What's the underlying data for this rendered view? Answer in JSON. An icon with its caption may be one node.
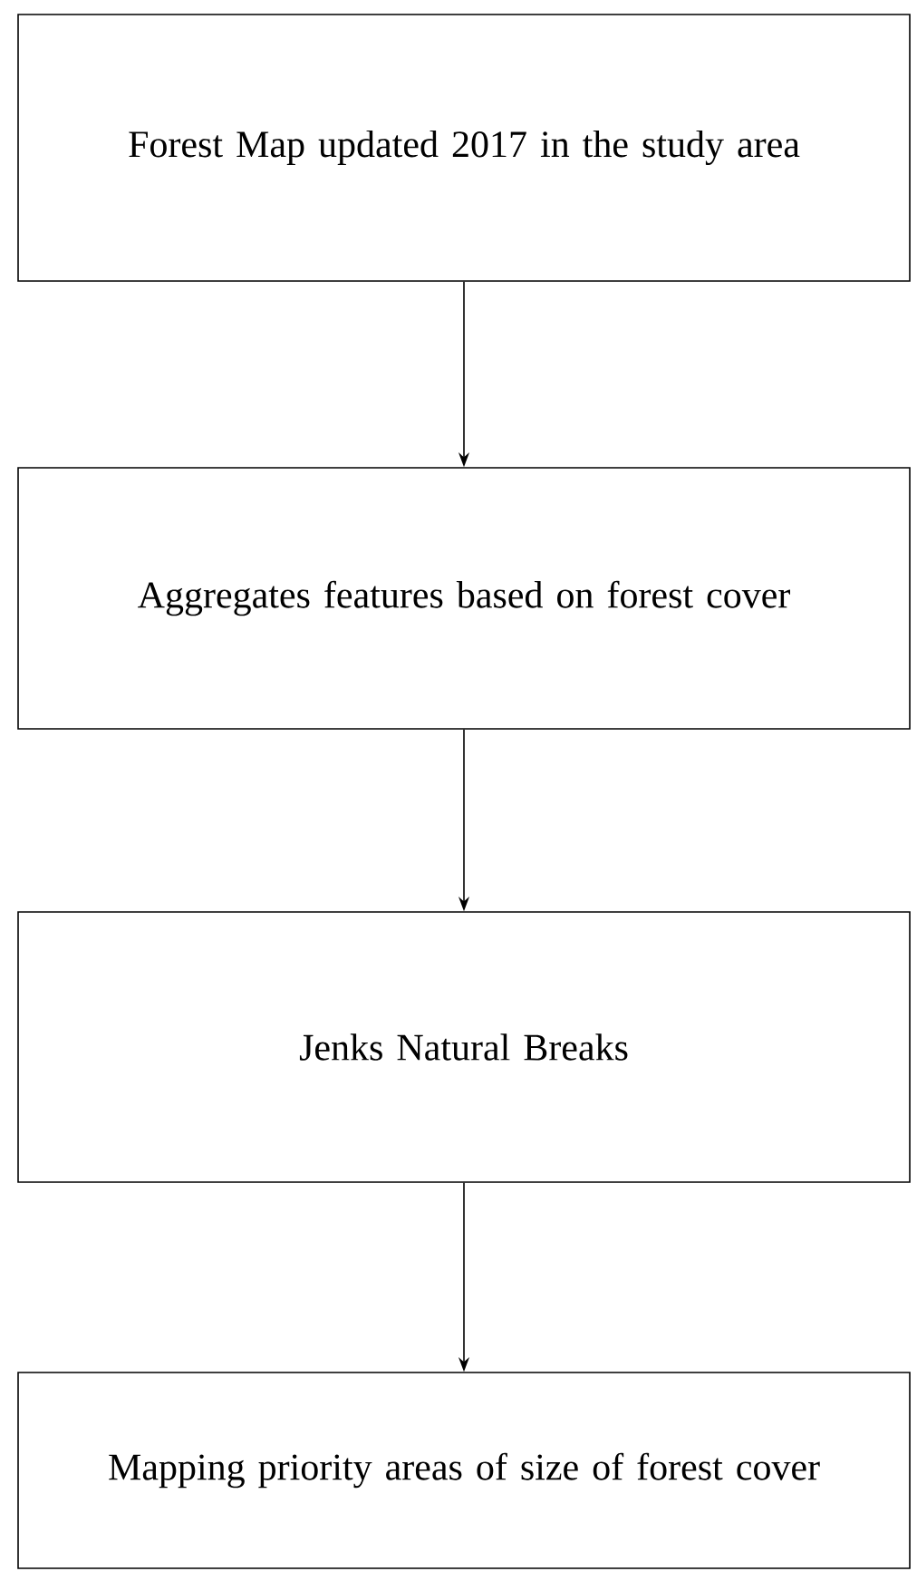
{
  "diagram": {
    "nodes": [
      {
        "text": [
          "Forest Map updated 2017 in the study area"
        ]
      },
      {
        "text": [
          "Aggregates features based on forest cover"
        ]
      },
      {
        "text": [
          "Jenks Natural Breaks"
        ]
      },
      {
        "text": [
          "Mapping priority areas of size of forest cover"
        ]
      }
    ],
    "edges": [
      {
        "from": 0,
        "to": 1,
        "arrow": "to"
      },
      {
        "from": 1,
        "to": 2,
        "arrow": "to"
      },
      {
        "from": 2,
        "to": 3,
        "arrow": "to"
      }
    ]
  }
}
